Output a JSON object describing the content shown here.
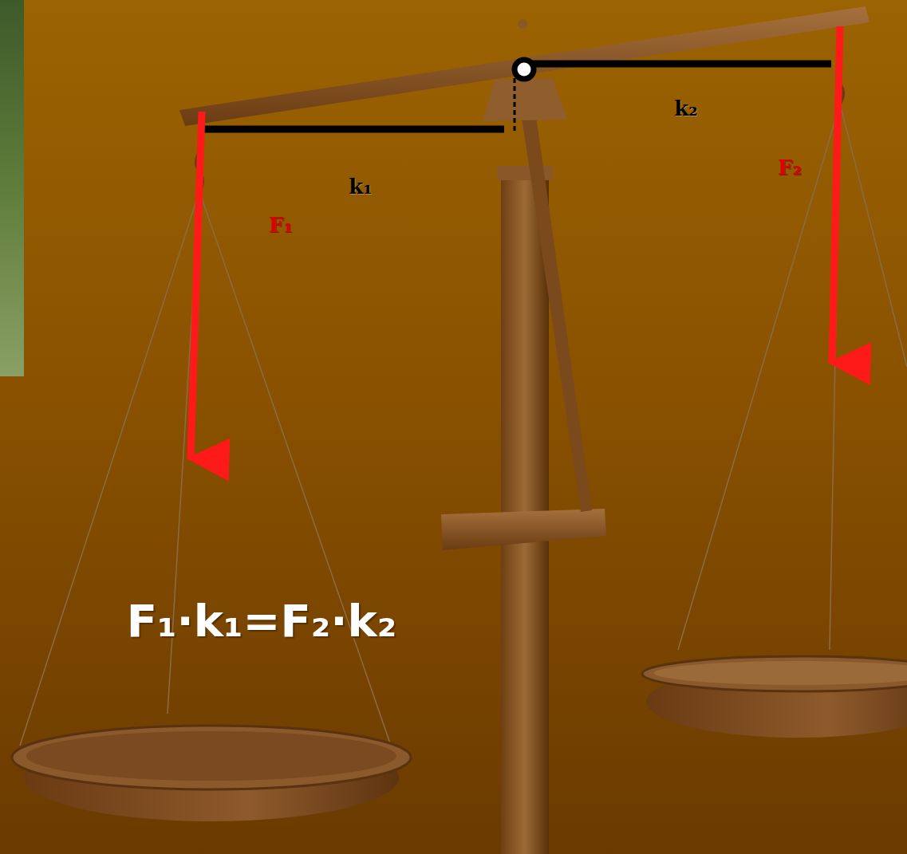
{
  "diagram": {
    "labels": [
      "k₂",
      "F₂",
      "k₁",
      "F₁",
      "F₁·k₁=F₂·k₂"
    ]
  }
}
